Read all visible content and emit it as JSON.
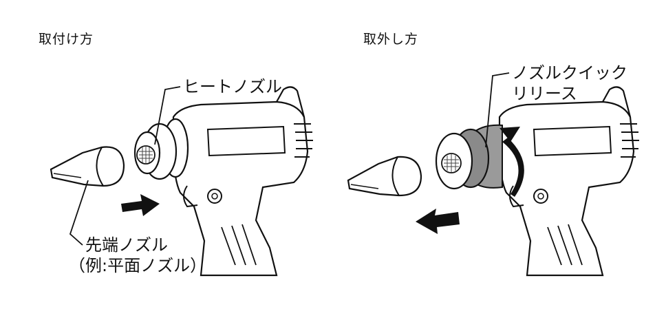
{
  "left_panel": {
    "heading": "取付け方",
    "heat_nozzle_label": "ヒートノズル",
    "tip_nozzle_label_line1": "先端ノズル",
    "tip_nozzle_label_line2": "（例:平面ノズル）"
  },
  "right_panel": {
    "heading": "取外し方",
    "release_label_line1": "ノズルクイック",
    "release_label_line2": "リリース"
  }
}
